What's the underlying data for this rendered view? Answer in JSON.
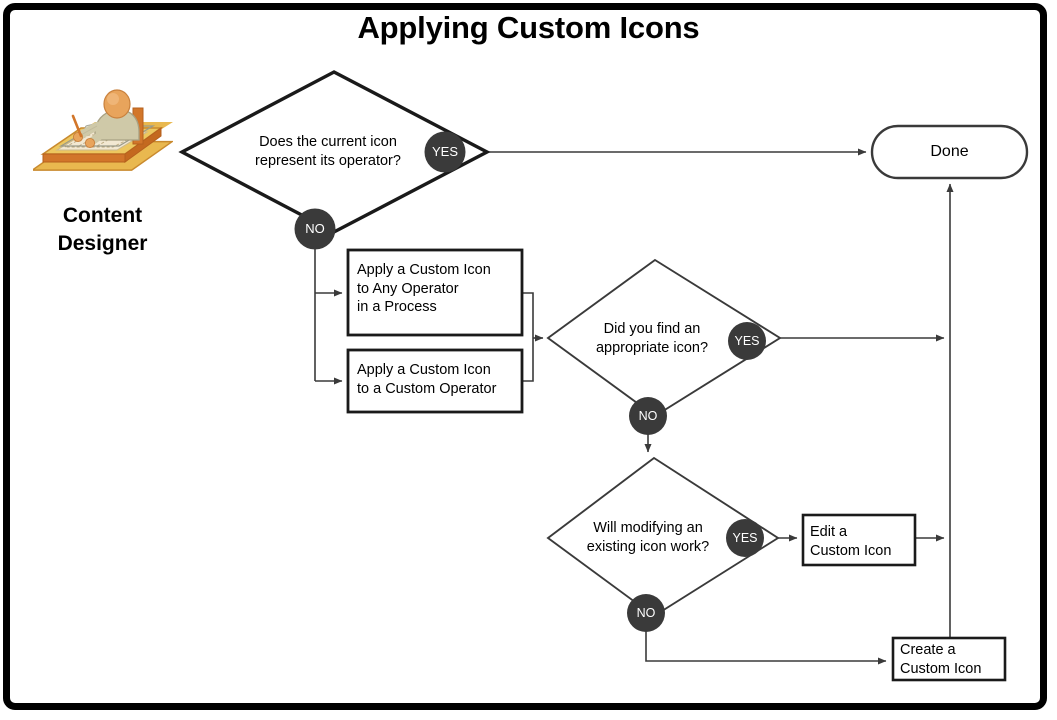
{
  "diagram": {
    "title": "Applying Custom Icons",
    "type": "flowchart",
    "role": {
      "icon": "content-designer-drafting-icon",
      "label": "Content\nDesigner"
    },
    "nodes": [
      {
        "id": "d1",
        "shape": "decision",
        "text": "Does the current icon\nrepresent its operator?"
      },
      {
        "id": "p1",
        "shape": "process",
        "text": "Apply a Custom Icon\nto Any Operator\nin a Process"
      },
      {
        "id": "p2",
        "shape": "process",
        "text": "Apply a Custom Icon\nto a Custom Operator"
      },
      {
        "id": "d2",
        "shape": "decision",
        "text": "Did you find an\nappropriate icon?"
      },
      {
        "id": "d3",
        "shape": "decision",
        "text": "Will modifying an\nexisting icon work?"
      },
      {
        "id": "p3",
        "shape": "process",
        "text": "Edit a\nCustom Icon"
      },
      {
        "id": "p4",
        "shape": "process",
        "text": "Create a\nCustom Icon"
      },
      {
        "id": "done",
        "shape": "terminal",
        "text": "Done"
      }
    ],
    "badges": [
      {
        "id": "d1-yes",
        "label": "YES",
        "from": "d1"
      },
      {
        "id": "d1-no",
        "label": "NO",
        "from": "d1"
      },
      {
        "id": "d2-yes",
        "label": "YES",
        "from": "d2"
      },
      {
        "id": "d2-no",
        "label": "NO",
        "from": "d2"
      },
      {
        "id": "d3-yes",
        "label": "YES",
        "from": "d3"
      },
      {
        "id": "d3-no",
        "label": "NO",
        "from": "d3"
      }
    ],
    "edges": [
      {
        "from": "d1",
        "label": "YES",
        "to": "done"
      },
      {
        "from": "d1",
        "label": "NO",
        "to": "p1"
      },
      {
        "from": "d1",
        "label": "NO",
        "to": "p2"
      },
      {
        "from": "p1",
        "label": "",
        "to": "d2"
      },
      {
        "from": "p2",
        "label": "",
        "to": "d2"
      },
      {
        "from": "d2",
        "label": "YES",
        "to": "done"
      },
      {
        "from": "d2",
        "label": "NO",
        "to": "d3"
      },
      {
        "from": "d3",
        "label": "YES",
        "to": "p3"
      },
      {
        "from": "d3",
        "label": "NO",
        "to": "p4"
      },
      {
        "from": "p3",
        "label": "",
        "to": "done"
      },
      {
        "from": "p4",
        "label": "",
        "to": "done"
      }
    ],
    "colors": {
      "border": "#000000",
      "line": "#3a3a3a",
      "badge_fill": "#3a3a3a",
      "badge_text": "#ffffff",
      "node_fill": "#ffffff",
      "text": "#000000",
      "icon_skin": "#e8a45c",
      "icon_body": "#cfc9a8",
      "icon_desk": "#e9b84f",
      "icon_desk_edge": "#d2762a",
      "icon_paper": "#f0e6cf"
    }
  }
}
